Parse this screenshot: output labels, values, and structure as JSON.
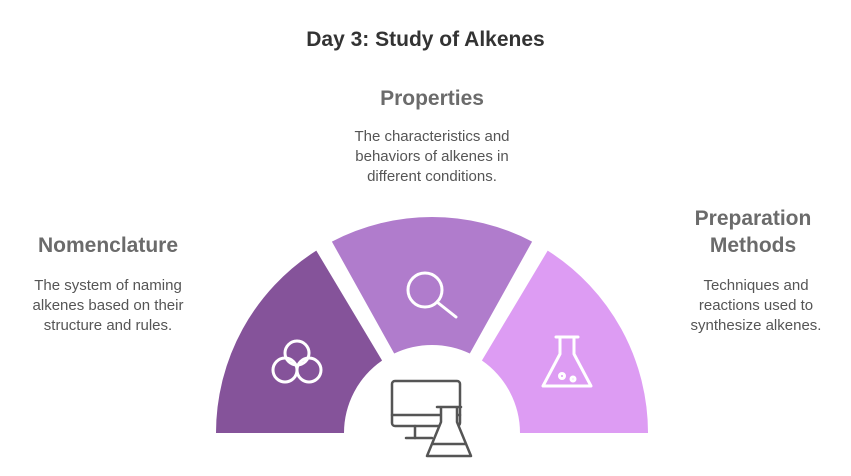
{
  "title": "Day 3: Study of Alkenes",
  "segments": [
    {
      "heading_lines": [
        "Nomenclature"
      ],
      "description_lines": [
        "The system of naming",
        "alkenes based on their",
        "structure and rules."
      ],
      "icon": "three-circles-icon",
      "color": "#85539a"
    },
    {
      "heading_lines": [
        "Properties"
      ],
      "description_lines": [
        "The characteristics and",
        "behaviors of alkenes in",
        "different conditions."
      ],
      "icon": "magnifying-glass-icon",
      "color": "#b07ccc"
    },
    {
      "heading_lines": [
        "Preparation",
        "Methods"
      ],
      "description_lines": [
        "Techniques and",
        "reactions used to",
        "synthesize alkenes."
      ],
      "icon": "flask-icon",
      "color": "#dd9cf3"
    }
  ],
  "center_icon": "computer-flask-icon",
  "icon_stroke_color": "#ffffff",
  "center_icon_color": "#555555"
}
